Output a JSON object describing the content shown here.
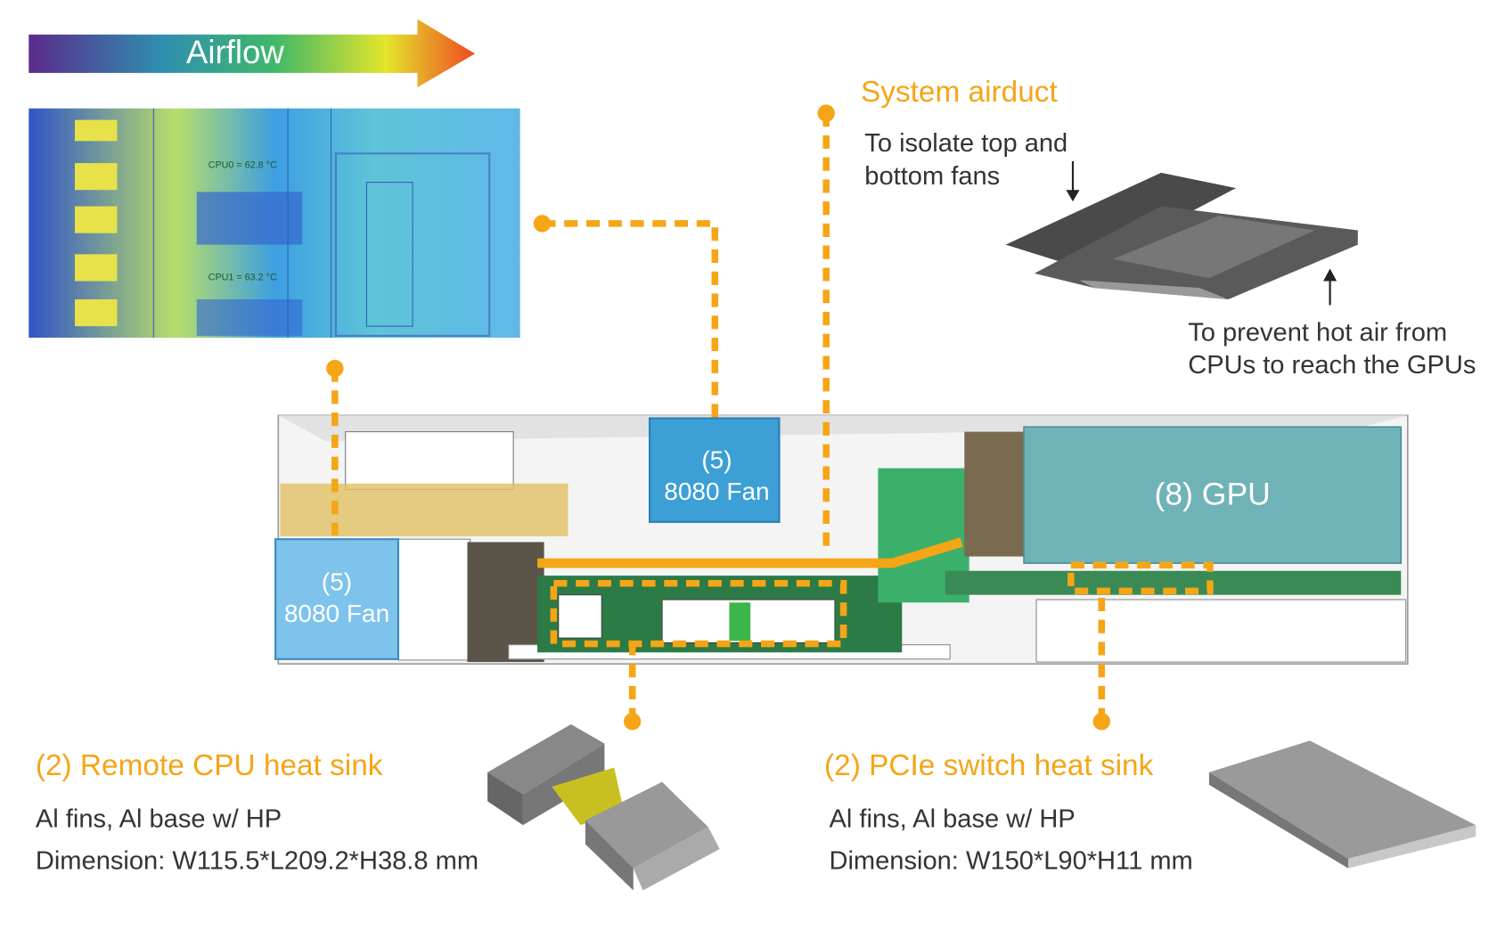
{
  "airflow": {
    "label": "Airflow"
  },
  "thermal_map": {
    "cpu0": "CPU0 = 62.8 °C",
    "cpu1": "CPU1 = 63.2 °C"
  },
  "system_airduct": {
    "title": "System airduct",
    "note_top": [
      "To isolate top and",
      "bottom fans"
    ],
    "note_bottom": [
      "To prevent hot air from",
      "CPUs to reach the GPUs"
    ]
  },
  "chassis": {
    "front_fan": [
      "(5)",
      "8080 Fan"
    ],
    "mid_fan": [
      "(5)",
      "8080 Fan"
    ],
    "gpu": "(8) GPU"
  },
  "cpu_heatsink": {
    "title": "(2) Remote CPU heat sink",
    "material": "Al fins, Al base w/ HP",
    "dimension": "Dimension: W115.5*L209.2*H38.8 mm"
  },
  "pcie_heatsink": {
    "title": "(2) PCIe switch heat sink",
    "material": "Al fins, Al base w/ HP",
    "dimension": "Dimension: W150*L90*H11 mm"
  },
  "colors": {
    "accent": "#F5A516",
    "gpu": "#6FB3B8",
    "fan_front": "#7EC3EC",
    "fan_mid": "#3C9FD6"
  }
}
